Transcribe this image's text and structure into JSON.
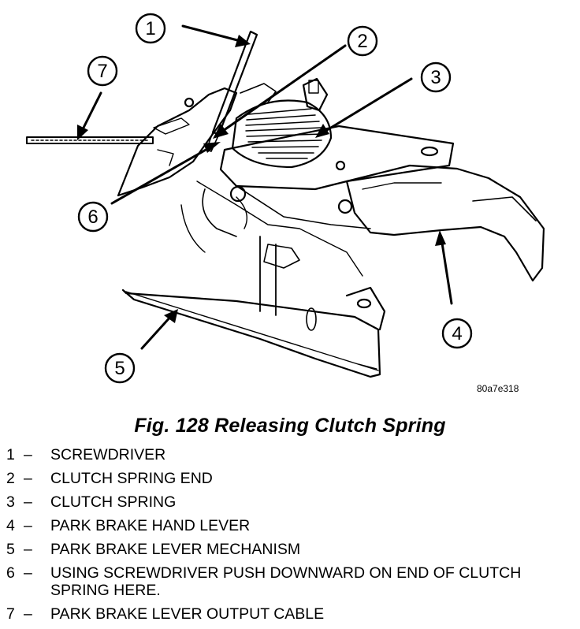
{
  "figure": {
    "callouts": [
      "1",
      "2",
      "3",
      "4",
      "5",
      "6",
      "7"
    ],
    "code": "80a7e318"
  },
  "caption": "Fig. 128 Releasing Clutch Spring",
  "legend": [
    {
      "num": "1",
      "dash": "–",
      "text": "SCREWDRIVER"
    },
    {
      "num": "2",
      "dash": "–",
      "text": "CLUTCH SPRING END"
    },
    {
      "num": "3",
      "dash": "–",
      "text": "CLUTCH SPRING"
    },
    {
      "num": "4",
      "dash": "–",
      "text": "PARK BRAKE HAND LEVER"
    },
    {
      "num": "5",
      "dash": "–",
      "text": "PARK BRAKE LEVER MECHANISM"
    },
    {
      "num": "6",
      "dash": "–",
      "text": "USING SCREWDRIVER PUSH DOWNWARD ON END OF CLUTCH SPRING HERE."
    },
    {
      "num": "7",
      "dash": "–",
      "text": "PARK BRAKE LEVER OUTPUT CABLE"
    }
  ]
}
